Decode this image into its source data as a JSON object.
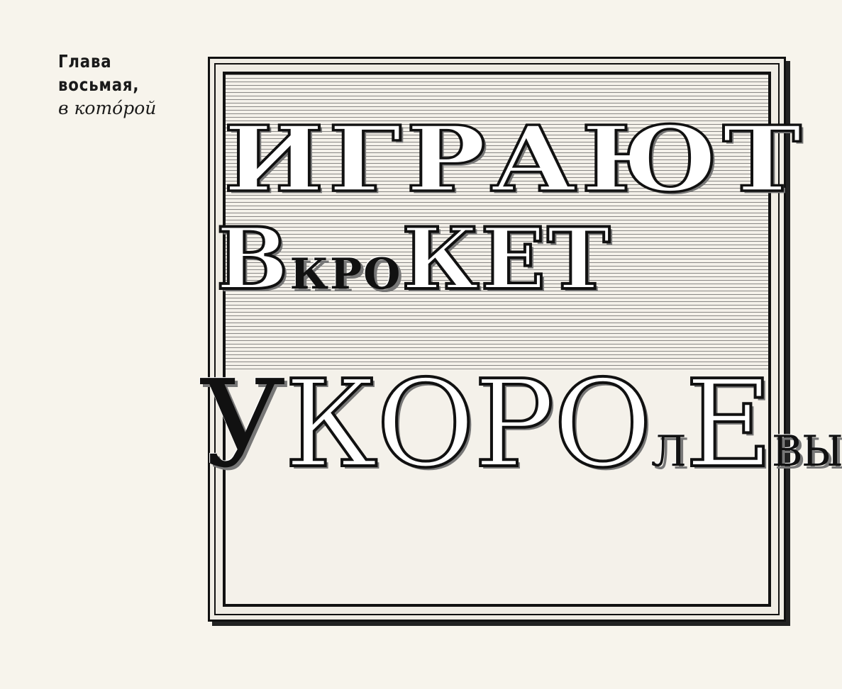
{
  "heading": {
    "line1": "Глава",
    "line2": "восьмая,",
    "line3": "в кото́рой"
  },
  "illustration": {
    "line1": "ИГРАЮТ",
    "line2_big": "В",
    "line2_small": "КРО",
    "line2_rest": "КЕТ",
    "line3_big": "У",
    "line3_mid": "КОРО",
    "line3_small": "Л",
    "line3_e": "Е",
    "line3_end": "ВЫ"
  }
}
